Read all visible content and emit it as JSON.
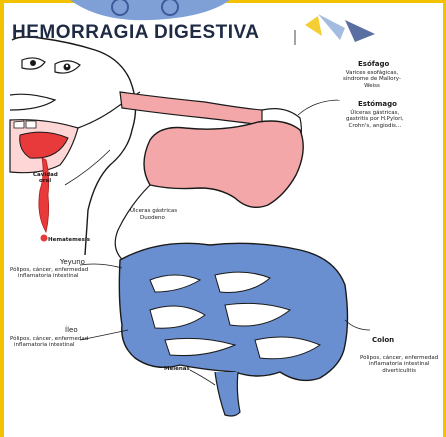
{
  "title": "HEMORRAGIA DIGESTIVA",
  "labels": {
    "esofago": {
      "name": "Esófago",
      "desc": [
        "Varices esofágicas,",
        "síndrome de Mallory-",
        "Weiss"
      ]
    },
    "estomago": {
      "name": "Estómago",
      "desc": [
        "Úlceras gástricas,",
        "gastritis por H.Pylori,",
        "Crohn's, angiodis..."
      ]
    },
    "cavidad_oral": {
      "name": [
        "Cavidad",
        "oral"
      ]
    },
    "duodeno": {
      "desc": "Úlceras gástricas",
      "name": "Duodeno"
    },
    "hematemesis": "Hematemesis",
    "yeyuno": {
      "name": "Yeyuno",
      "desc": [
        "Pólipos, cáncer, enfermedad",
        "inflamatoria intestinal"
      ]
    },
    "ileo": {
      "name": "Íleo",
      "desc": [
        "Pólipos, cáncer, enfermedad",
        "inflamatoria intestinal"
      ]
    },
    "colon": {
      "name": "Colon",
      "desc": [
        "Pólipos, cáncer, enfermedad",
        "inflamatoria intestinal",
        "diverticulitis"
      ]
    },
    "melenas": "Melenas"
  },
  "colors": {
    "accent": "#f2c200",
    "banner": "#7fa0d6",
    "stomach": "#f4a7a9",
    "intestine": "#6a8fd0",
    "tongue": "#e83a3a",
    "outline": "#1a1a1a"
  }
}
